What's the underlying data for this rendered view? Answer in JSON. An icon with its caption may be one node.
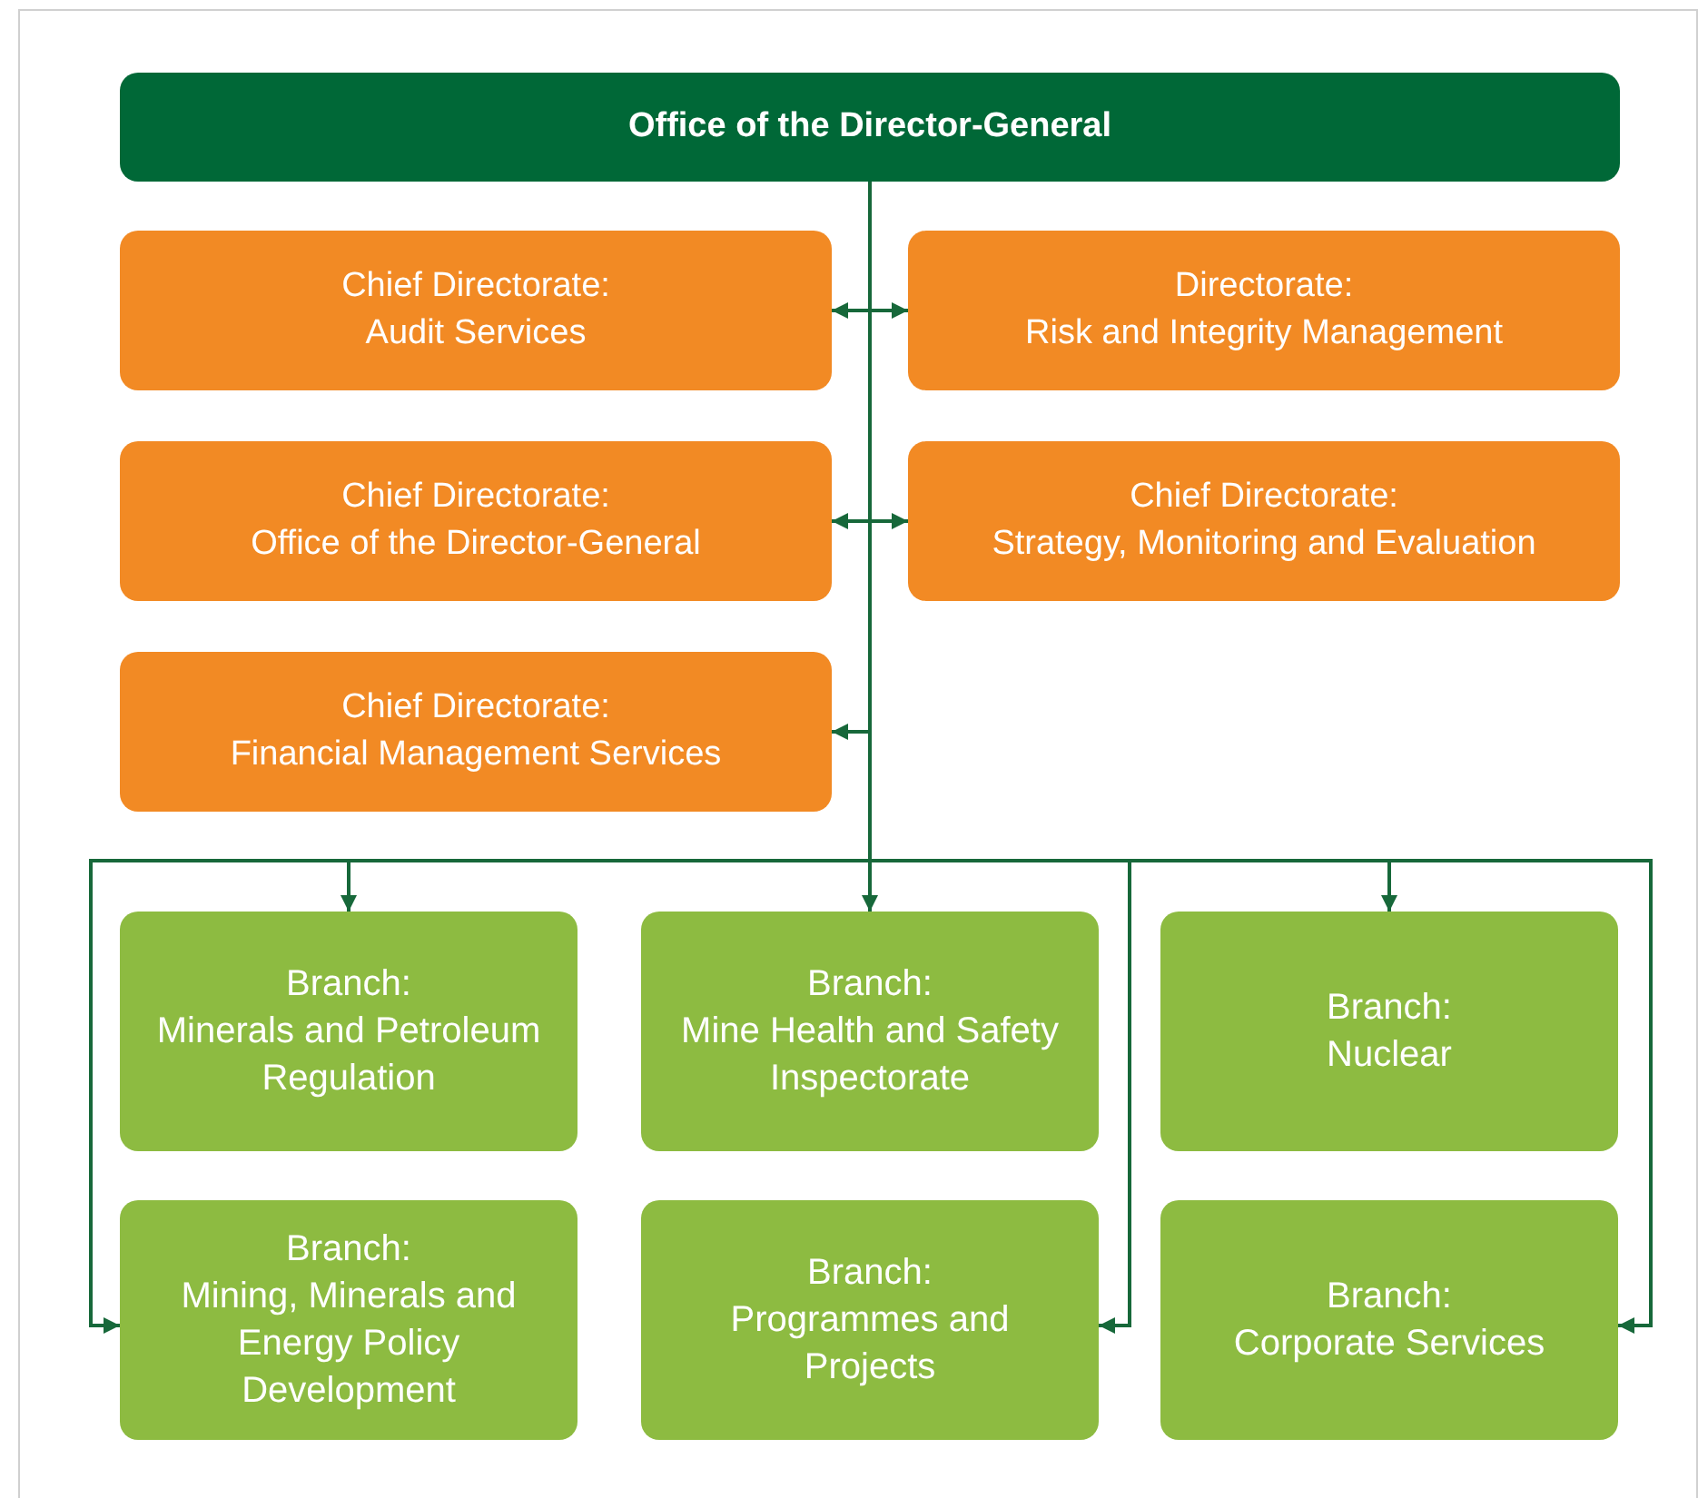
{
  "diagram": {
    "nodes": [
      {
        "text": [
          "Office of the Director-General"
        ]
      },
      {
        "text": [
          "Chief Directorate:",
          "Audit Services"
        ]
      },
      {
        "text": [
          "Directorate:",
          "Risk and Integrity Management"
        ]
      },
      {
        "text": [
          "Chief Directorate:",
          "Office of the Director-General"
        ]
      },
      {
        "text": [
          "Chief Directorate:",
          "Strategy, Monitoring and Evaluation"
        ]
      },
      {
        "text": [
          "Chief Directorate:",
          "Financial Management Services"
        ]
      },
      {
        "text": [
          "Branch:",
          "Minerals and Petroleum Regulation"
        ]
      },
      {
        "text": [
          "Branch:",
          "Mine Health and Safety Inspectorate"
        ]
      },
      {
        "text": [
          "Branch:",
          "Nuclear"
        ]
      },
      {
        "text": [
          "Branch:",
          "Mining, Minerals and Energy Policy Development"
        ]
      },
      {
        "text": [
          "Branch:",
          "Programmes and Projects"
        ]
      },
      {
        "text": [
          "Branch:",
          "Corporate Services"
        ]
      }
    ],
    "edges": [
      {
        "from": 0,
        "to": 1,
        "arrow": "to"
      },
      {
        "from": 0,
        "to": 2,
        "arrow": "to"
      },
      {
        "from": 0,
        "to": 3,
        "arrow": "to"
      },
      {
        "from": 0,
        "to": 4,
        "arrow": "to"
      },
      {
        "from": 0,
        "to": 5,
        "arrow": "to"
      },
      {
        "from": 0,
        "to": 6,
        "arrow": "to"
      },
      {
        "from": 0,
        "to": 7,
        "arrow": "to"
      },
      {
        "from": 0,
        "to": 8,
        "arrow": "to"
      },
      {
        "from": 0,
        "to": 9,
        "arrow": "to"
      },
      {
        "from": 0,
        "to": 10,
        "arrow": "to"
      },
      {
        "from": 0,
        "to": 11,
        "arrow": "to"
      }
    ]
  }
}
